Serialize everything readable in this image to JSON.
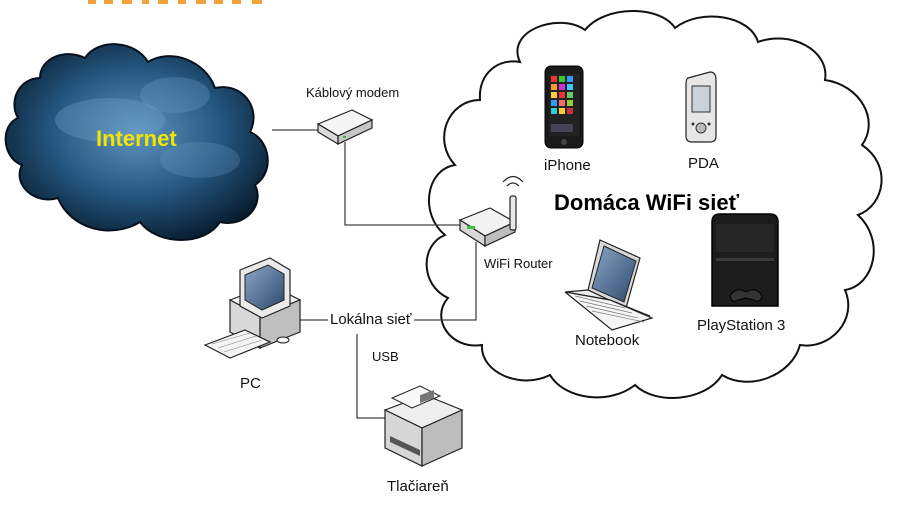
{
  "diagram": {
    "internet_label": "Internet",
    "modem_label": "Káblový modem",
    "router_label": "WiFi Router",
    "network_title": "Domáca WiFi sieť",
    "iphone_label": "iPhone",
    "pda_label": "PDA",
    "notebook_label": "Notebook",
    "playstation_label": "PlayStation 3",
    "lan_label": "Lokálna sieť",
    "usb_label": "USB",
    "pc_label": "PC",
    "printer_label": "Tlačiareň"
  },
  "colors": {
    "internet_cloud": "#1a4a6b",
    "internet_text": "#f2e600",
    "wifi_cloud_fill": "#ffffff",
    "line": "#444444"
  }
}
